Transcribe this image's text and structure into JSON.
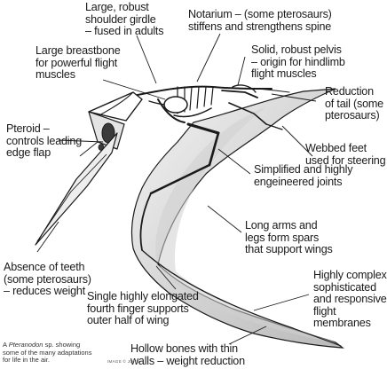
{
  "labels": {
    "shoulder": [
      "Large, robust",
      "shoulder girdle",
      "– fused in adults"
    ],
    "notarium": [
      "Notarium – (some pterosaurs)",
      "stiffens and strengthens spine"
    ],
    "breastbone": [
      "Large breastbone",
      "for powerful flight",
      "muscles"
    ],
    "pelvis": [
      "Solid, robust pelvis",
      "– origin for hindlimb",
      "flight muscles"
    ],
    "tail": [
      "Reduction",
      "of tail (some",
      "pterosaurs)"
    ],
    "pteroid": [
      "Pteroid –",
      "controls leading",
      "edge flap"
    ],
    "feet": [
      "Webbed feet",
      "used for steering"
    ],
    "joints": [
      "Simplified and highly",
      "engeineered joints"
    ],
    "spars": [
      "Long arms and",
      "legs form spars",
      "that support wings"
    ],
    "teeth": [
      "Absence of teeth",
      "(some pterosaurs)",
      "– reduces weight"
    ],
    "finger": [
      "Single highly elongated",
      "fourth finger supports",
      "outer half of wing"
    ],
    "membranes": [
      "Highly complex,",
      "sophisticated",
      "and responsive",
      "flight",
      "membranes"
    ],
    "hollow": [
      "Hollow bones with thin",
      "walls – weight reduction"
    ]
  },
  "caption": {
    "line1_prefix": "A ",
    "line1_italic": "Pteranodon",
    "line1_suffix": " sp. showing",
    "line2": "some of the many adaptations",
    "line3": "for life in the air."
  },
  "credit": "IMAGE © JOHN",
  "colors": {
    "ink": "#1a1a1a",
    "wing_light": "#f2f2f2",
    "wing_mid": "#d4d4d4",
    "wing_dark": "#a8a8a8",
    "skull": "#e6e6e6"
  }
}
